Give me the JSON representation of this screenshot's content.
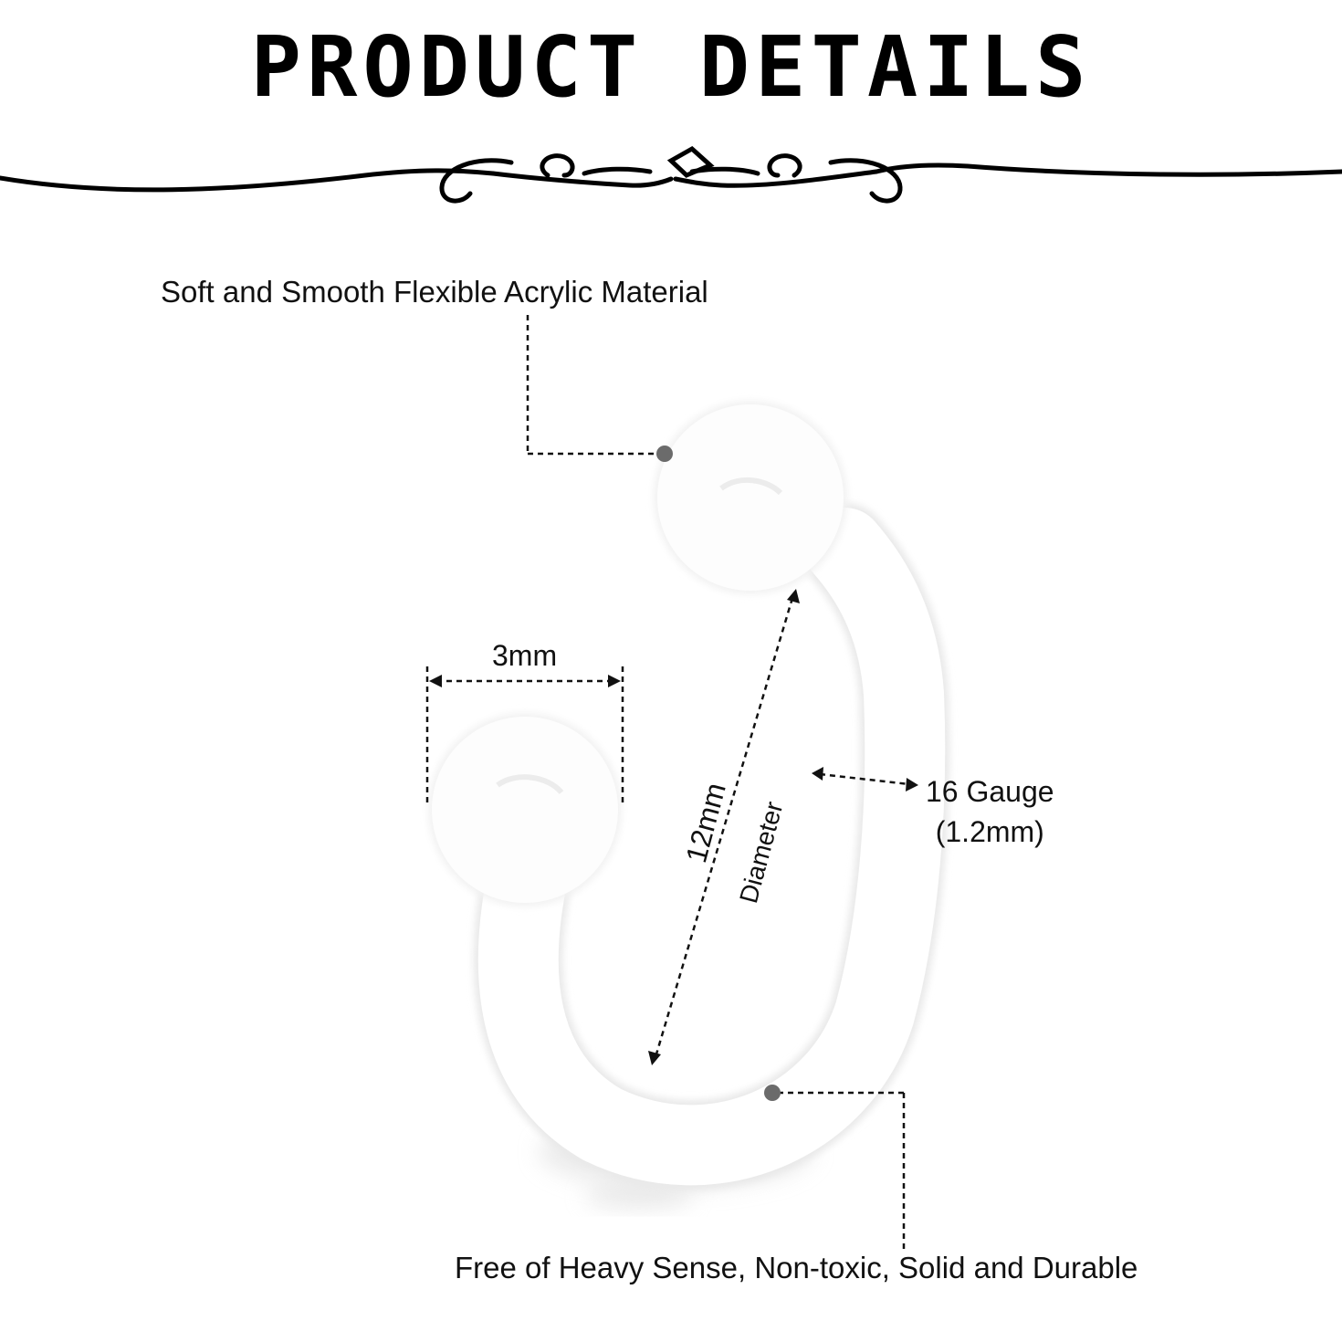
{
  "header": {
    "title": "PRODUCT DETAILS"
  },
  "annotations": {
    "material": "Soft and Smooth Flexible Acrylic Material",
    "feature": "Free of Heavy Sense, Non-toxic, Solid and Durable",
    "ball_size": "3mm",
    "diameter_value": "12mm",
    "diameter_label": "Diameter",
    "gauge": "16 Gauge",
    "gauge_mm": "(1.2mm)"
  },
  "colors": {
    "ink": "#111111",
    "ring": "#ffffff",
    "ring_shadow": "#e6e6e6",
    "dot": "#6b6b6b"
  }
}
